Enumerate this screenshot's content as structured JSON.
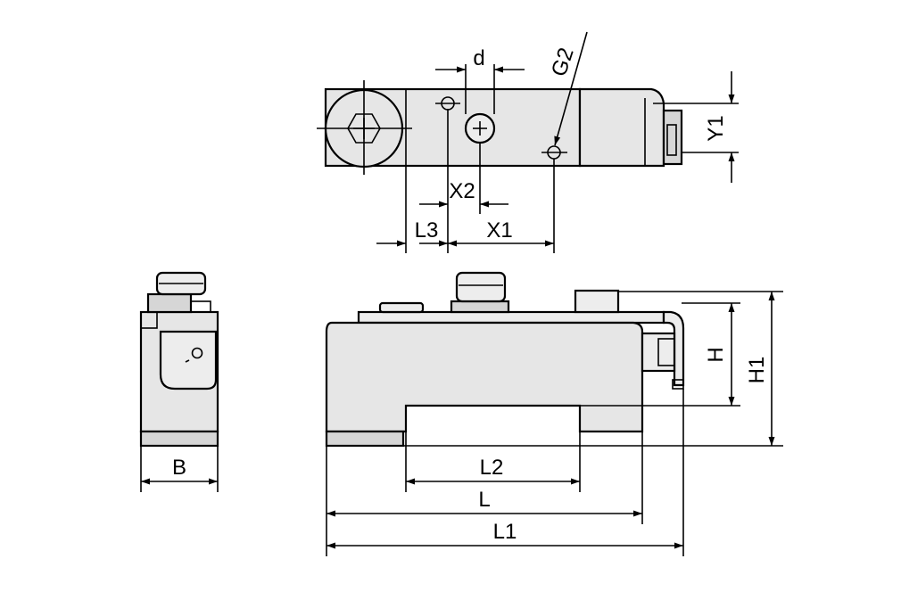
{
  "labels": {
    "d": "d",
    "g2": "G2",
    "y1": "Y1",
    "x2": "X2",
    "l3": "L3",
    "x1": "X1",
    "b": "B",
    "h": "H",
    "h1": "H1",
    "l2": "L2",
    "l": "L",
    "l1": "L1"
  },
  "colors": {
    "body_fill": "#e6e6e6",
    "light_fill": "#ededed",
    "dark_fill": "#d6d6d6",
    "line": "#000000"
  }
}
